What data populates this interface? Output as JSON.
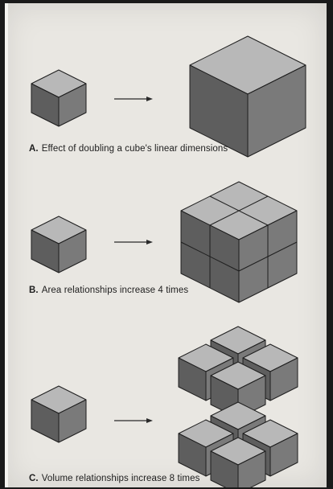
{
  "captions": [
    {
      "letter": "A.",
      "text": "Effect of doubling a cube's linear dimensions"
    },
    {
      "letter": "B.",
      "text": "Area relationships increase 4 times"
    },
    {
      "letter": "C.",
      "text": "Volume relationships increase 8 times"
    }
  ],
  "colors": {
    "page": "#e9e7e2",
    "cube_top": "#b8b8b8",
    "cube_left": "#5e5e5e",
    "cube_right": "#7a7a7a",
    "edge": "#1e1e1e",
    "arrow": "#2a2a2a"
  }
}
